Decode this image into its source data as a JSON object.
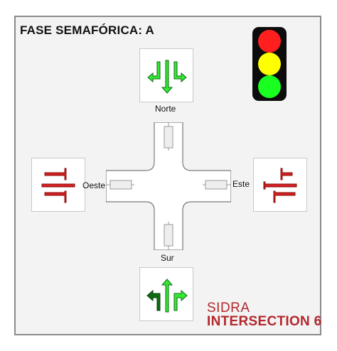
{
  "phase": {
    "title": "FASE SEMAFÓRICA: A"
  },
  "traffic_light": {
    "colors": [
      "#ff1f1f",
      "#ffff00",
      "#19ff1f"
    ],
    "housing": "#0c0c0c"
  },
  "approaches": {
    "north": {
      "label": "Norte",
      "signal": "green",
      "movements": [
        "right-turn",
        "through",
        "left-turn"
      ]
    },
    "west": {
      "label": "Oeste",
      "signal": "red",
      "movements": [
        "left-turn",
        "through",
        "right-turn"
      ]
    },
    "east": {
      "label": "Este",
      "signal": "red",
      "movements": [
        "left-turn",
        "through",
        "right-turn"
      ]
    },
    "south": {
      "label": "Sur",
      "signal": "green",
      "movements": [
        "left-turn",
        "through",
        "right-turn"
      ]
    }
  },
  "colors": {
    "green_light": "#33e833",
    "green_dark": "#0e6b12",
    "red": "#d41f1f",
    "red_dark": "#8a1010"
  },
  "brand": {
    "line1": "SIDRA",
    "line2": "INTERSECTION 6"
  }
}
